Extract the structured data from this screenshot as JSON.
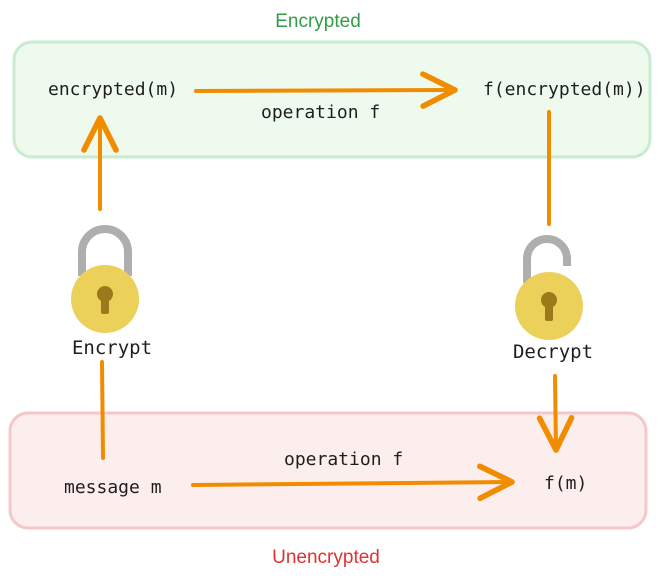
{
  "zones": {
    "encrypted_label": "Encrypted",
    "unencrypted_label": "Unencrypted"
  },
  "nodes": {
    "encrypted_m": "encrypted(m)",
    "f_encrypted_m": "f(encrypted(m))",
    "message_m": "message m",
    "f_m": "f(m)"
  },
  "edges": {
    "top_operation": "operation f",
    "bottom_operation": "operation f"
  },
  "locks": {
    "encrypt_label": "Encrypt",
    "decrypt_label": "Decrypt"
  },
  "colors": {
    "encrypted_zone_fill": "#eefaee",
    "encrypted_zone_border": "#c9ebd0",
    "encrypted_title": "#2f9e44",
    "unencrypted_zone_fill": "#fdeeee",
    "unencrypted_zone_border": "#f5c8c8",
    "unencrypted_title": "#e03131",
    "arrow": "#f08c00",
    "lock_body": "#ebd05a",
    "lock_shackle": "#aeaeae",
    "keyhole": "#9a7a1a"
  }
}
